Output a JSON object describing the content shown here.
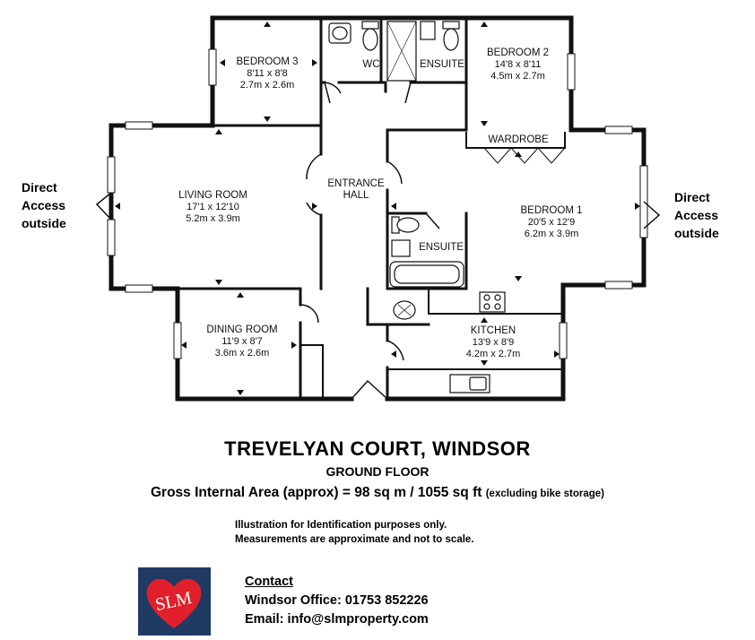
{
  "rooms": {
    "bedroom3": {
      "name": "BEDROOM 3",
      "imperial": "8'11 x 8'8",
      "metric": "2.7m x 2.6m"
    },
    "wc": {
      "name": "WC"
    },
    "ensuite_top": {
      "name": "ENSUITE"
    },
    "bedroom2": {
      "name": "BEDROOM 2",
      "imperial": "14'8 x 8'11",
      "metric": "4.5m x 2.7m"
    },
    "wardrobe": {
      "name": "WARDROBE"
    },
    "living": {
      "name": "LIVING ROOM",
      "imperial": "17'1 x 12'10",
      "metric": "5.2m x 3.9m"
    },
    "hall": {
      "name": "ENTRANCE",
      "name2": "HALL"
    },
    "bedroom1": {
      "name": "BEDROOM 1",
      "imperial": "20'5 x 12'9",
      "metric": "6.2m x 3.9m"
    },
    "ensuite_mid": {
      "name": "ENSUITE"
    },
    "dining": {
      "name": "DINING ROOM",
      "imperial": "11'9 x 8'7",
      "metric": "3.6m x 2.6m"
    },
    "kitchen": {
      "name": "KITCHEN",
      "imperial": "13'9 x 8'9",
      "metric": "4.2m x 2.7m"
    }
  },
  "access_left": {
    "l1": "Direct",
    "l2": "Access",
    "l3": "outside"
  },
  "access_right": {
    "l1": "Direct",
    "l2": "Access",
    "l3": "outside"
  },
  "heading": {
    "title": "TREVELYAN COURT, WINDSOR",
    "floor": "GROUND FLOOR",
    "area": "Gross Internal Area (approx) = 98 sq m / 1055 sq ft",
    "area_note": "(excluding bike storage)"
  },
  "disclaimer": {
    "line1": "Illustration for Identification purposes only.",
    "line2": "Measurements are approximate and not to scale."
  },
  "logo": {
    "text": "SLM",
    "bg": "#1f3a63",
    "heart": "#e0202a"
  },
  "contact": {
    "heading": "Contact",
    "office": "Windsor Office: 01753 852226",
    "email": "Email: info@slmproperty.com"
  }
}
